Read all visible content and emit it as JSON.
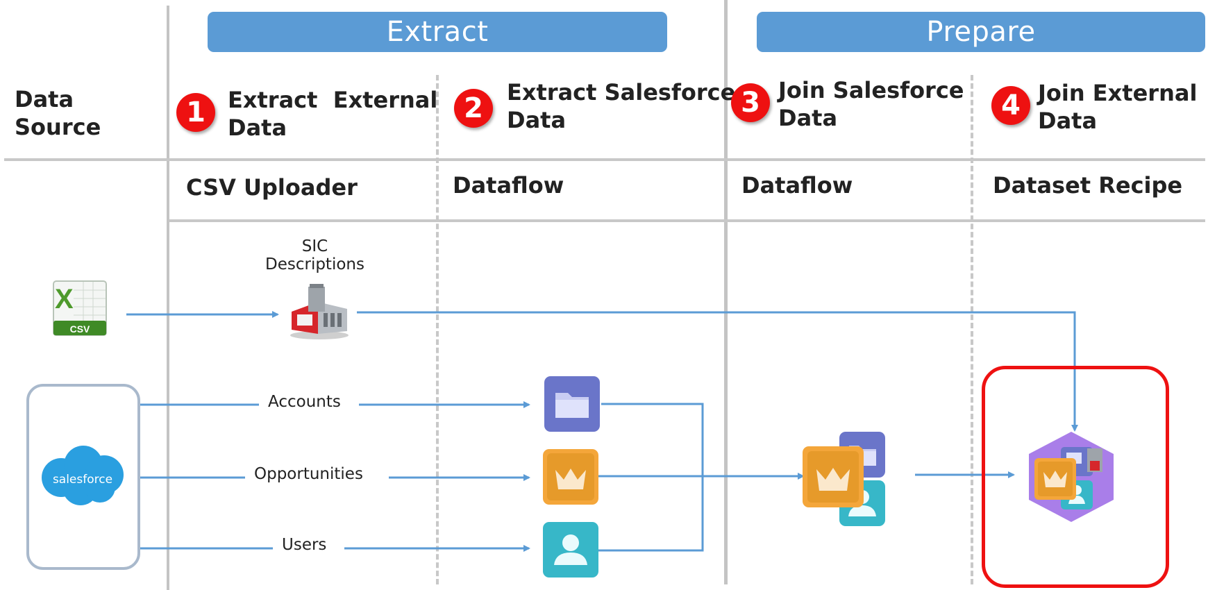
{
  "phases": {
    "extract_label": "Extract",
    "prepare_label": "Prepare"
  },
  "columns": {
    "data_source": "Data\nSource",
    "steps": [
      {
        "number": "1",
        "title": "Extract  External\nData",
        "tool": "CSV Uploader"
      },
      {
        "number": "2",
        "title": "Extract Salesforce\nData",
        "tool": "Dataflow"
      },
      {
        "number": "3",
        "title": "Join Salesforce\nData",
        "tool": "Dataflow"
      },
      {
        "number": "4",
        "title": "Join External\nData",
        "tool": "Dataset Recipe"
      }
    ]
  },
  "sources": {
    "csv_badge": "CSV",
    "csv_glyph": "X",
    "salesforce_logo": "salesforce"
  },
  "objects": {
    "sic": "SIC\nDescriptions",
    "accounts": "Accounts",
    "opportunities": "Opportunities",
    "users": "Users"
  },
  "colors": {
    "phase_bar": "#5b9bd5",
    "connector": "#5b9bd5",
    "badge": "#ee1111",
    "highlight": "#ee1111"
  },
  "icons": [
    "excel-csv-icon",
    "salesforce-cloud-icon",
    "factory-icon",
    "folder-icon",
    "crown-icon",
    "user-icon",
    "hexagon-dataset-icon"
  ]
}
